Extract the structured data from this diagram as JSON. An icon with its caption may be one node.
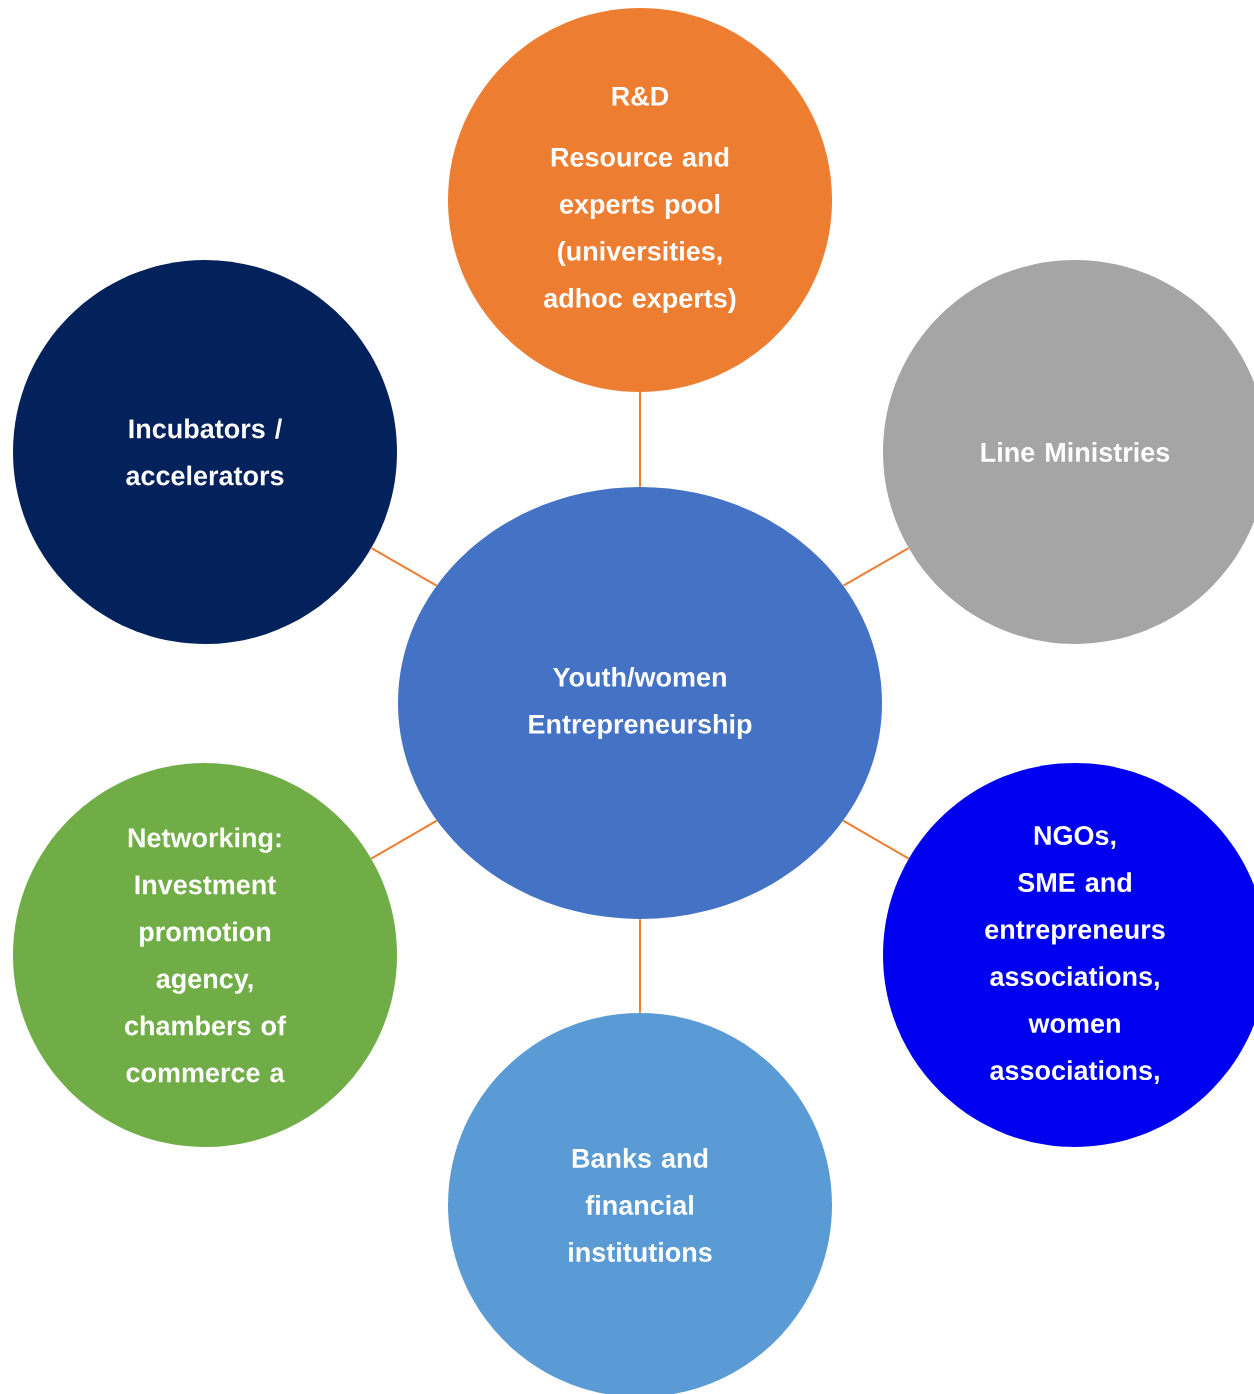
{
  "diagram": {
    "nodes": [
      {
        "text": [
          "R&D",
          "Resource and experts pool (universities, adhoc experts)"
        ]
      },
      {
        "text": [
          "Incubators / accelerators"
        ]
      },
      {
        "text": [
          "Line Ministries"
        ]
      },
      {
        "text": [
          "Youth/women Entrepreneurship"
        ]
      },
      {
        "text": [
          "Networking: Investment promotion agency, chambers of commerce a"
        ]
      },
      {
        "text": [
          "NGOs, SME and entrepreneurs associations, women associations,"
        ]
      },
      {
        "text": [
          "Banks and financial institutions"
        ]
      }
    ],
    "edges": [
      {
        "from": 3,
        "to": 0,
        "arrow": "none"
      },
      {
        "from": 3,
        "to": 1,
        "arrow": "none"
      },
      {
        "from": 3,
        "to": 2,
        "arrow": "none"
      },
      {
        "from": 3,
        "to": 4,
        "arrow": "none"
      },
      {
        "from": 3,
        "to": 5,
        "arrow": "none"
      },
      {
        "from": 3,
        "to": 6,
        "arrow": "none"
      }
    ]
  }
}
